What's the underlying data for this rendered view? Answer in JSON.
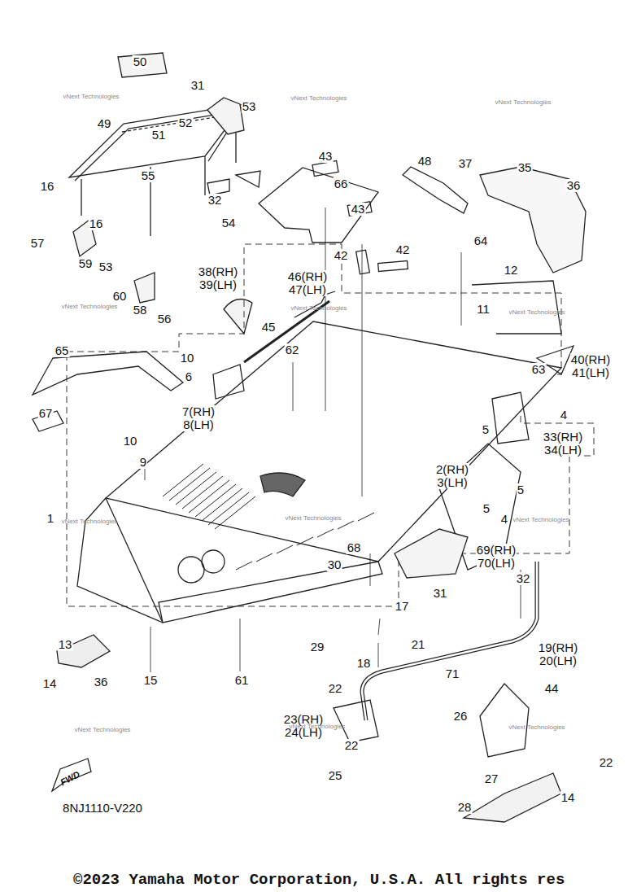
{
  "diagram": {
    "caption": "©2023 Yamaha Motor Corporation, U.S.A. All rights res",
    "labels": [
      "50",
      "31",
      "53",
      "49",
      "52",
      "51",
      "55",
      "32",
      "54",
      "16",
      "16",
      "57",
      "59",
      "53",
      "60",
      "58",
      "56",
      "43",
      "66",
      "43",
      "48",
      "37",
      "35",
      "36",
      "64",
      "42",
      "42",
      "38(RH)",
      "39(LH)",
      "46(RH)",
      "47(LH)",
      "45",
      "12",
      "11",
      "10",
      "6",
      "62",
      "65",
      "63",
      "40(RH)",
      "41(LH)",
      "7(RH)",
      "8(LH)",
      "4",
      "5",
      "33(RH)",
      "34(LH)",
      "67",
      "10",
      "9",
      "2(RH)",
      "3(LH)",
      "5",
      "5",
      "4",
      "1",
      "68",
      "69(RH)",
      "70(LH)",
      "30",
      "31",
      "32",
      "17",
      "13",
      "19(RH)",
      "20(LH)",
      "29",
      "21",
      "15",
      "61",
      "71",
      "18",
      "14",
      "36",
      "22",
      "44",
      "26",
      "23(RH)",
      "24(LH)",
      "22",
      "22",
      "25",
      "27",
      "14",
      "28",
      "FWD",
      "8NJ1110-V220",
      "vNext Technologies",
      "vNext Technologies",
      "vNext Technologies",
      "vNext Technologies",
      "vNext Technologies",
      "vNext Technologies",
      "vNext Technologies",
      "vNext Technologies",
      "vNext Technologies",
      "vNext Technologies",
      "vNext Technologies",
      "vNext Technologies"
    ]
  }
}
